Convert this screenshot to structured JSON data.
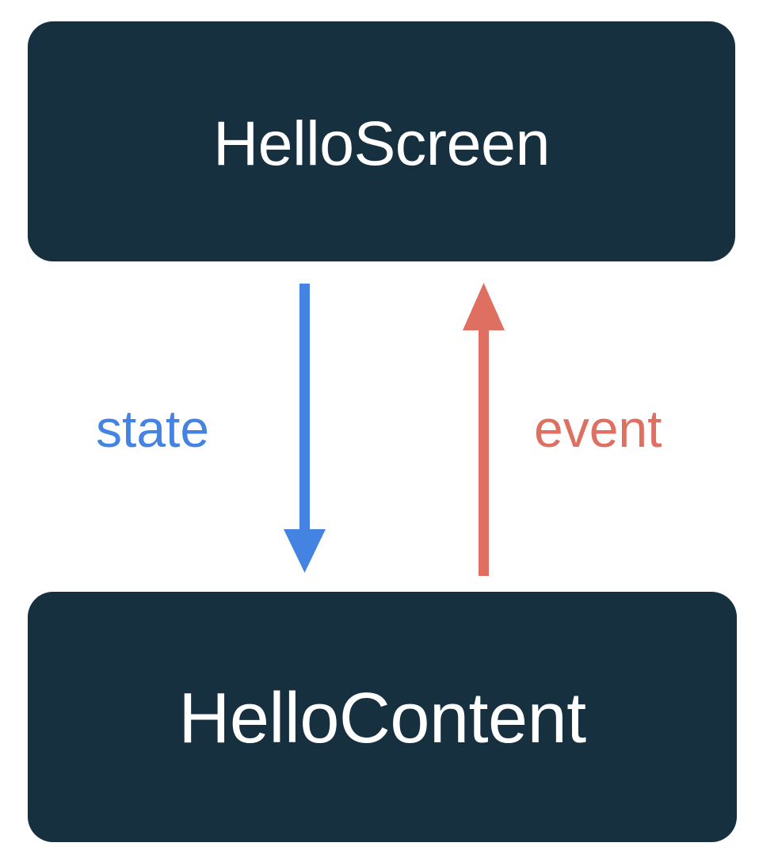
{
  "diagram": {
    "type": "component-dataflow",
    "background_color": "#ffffff",
    "title": "",
    "nodes": [
      {
        "id": "hello-screen",
        "label": "HelloScreen",
        "fill_color": "#17303f",
        "text_color": "#ffffff"
      },
      {
        "id": "hello-content",
        "label": "HelloContent",
        "fill_color": "#17303f",
        "text_color": "#ffffff"
      }
    ],
    "edges": [
      {
        "id": "state",
        "label": "state",
        "from": "hello-screen",
        "to": "hello-content",
        "direction": "down",
        "color": "#4583e3"
      },
      {
        "id": "event",
        "label": "event",
        "from": "hello-content",
        "to": "hello-screen",
        "direction": "up",
        "color": "#de6f61"
      }
    ]
  }
}
